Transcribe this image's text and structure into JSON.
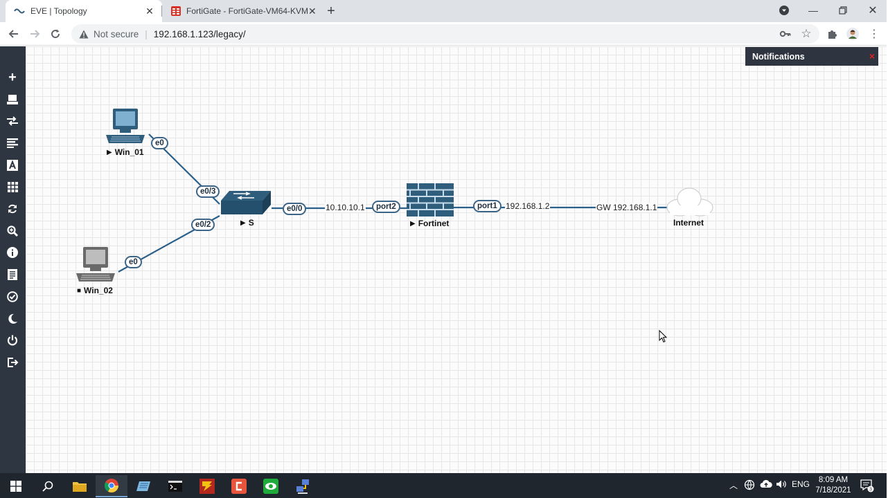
{
  "browser": {
    "tabs": [
      {
        "title": "EVE | Topology",
        "active": true
      },
      {
        "title": "FortiGate - FortiGate-VM64-KVM",
        "active": false
      }
    ],
    "security_label": "Not secure",
    "url": "192.168.1.123/legacy/",
    "colors": {
      "tabstrip": "#dee1e6",
      "fortigate_favicon": "#d93025"
    }
  },
  "sidebar": {
    "icons": [
      "add-icon",
      "nodes-icon",
      "networks-icon",
      "list-icon",
      "text-icon",
      "grid-icon",
      "refresh-icon",
      "zoom-icon",
      "info-icon",
      "notes-icon",
      "check-icon",
      "moon-icon",
      "power-icon",
      "logout-icon"
    ]
  },
  "notifications": {
    "title": "Notifications",
    "close_glyph": "×"
  },
  "topology": {
    "nodes": {
      "win01": {
        "name": "Win_01",
        "state": "running"
      },
      "win02": {
        "name": "Win_02",
        "state": "stopped"
      },
      "switch": {
        "name": "S",
        "state": "running"
      },
      "fortinet": {
        "name": "Fortinet",
        "state": "running"
      },
      "internet": {
        "name": "Internet"
      }
    },
    "interfaces": {
      "win01_e0": "e0",
      "sw_e03": "e0/3",
      "sw_e02": "e0/2",
      "win02_e0": "e0",
      "sw_e00": "e0/0",
      "fg_port2": "port2",
      "fg_port1": "port1"
    },
    "ip_labels": {
      "lan": "10.10.10.1",
      "wan": "192.168.1.2",
      "gateway": "GW 192.168.1.1"
    },
    "colors": {
      "link": "#2a5f8a",
      "node": "#2f5d7c",
      "label_border": "#3c6487"
    }
  },
  "taskbar": {
    "apps": [
      "start",
      "search",
      "file-explorer",
      "chrome",
      "notepad",
      "terminal",
      "filezilla",
      "putty",
      "app-green",
      "network-app"
    ],
    "language": "ENG",
    "time": "8:09 AM",
    "date": "7/18/2021",
    "notification_count": "3"
  }
}
